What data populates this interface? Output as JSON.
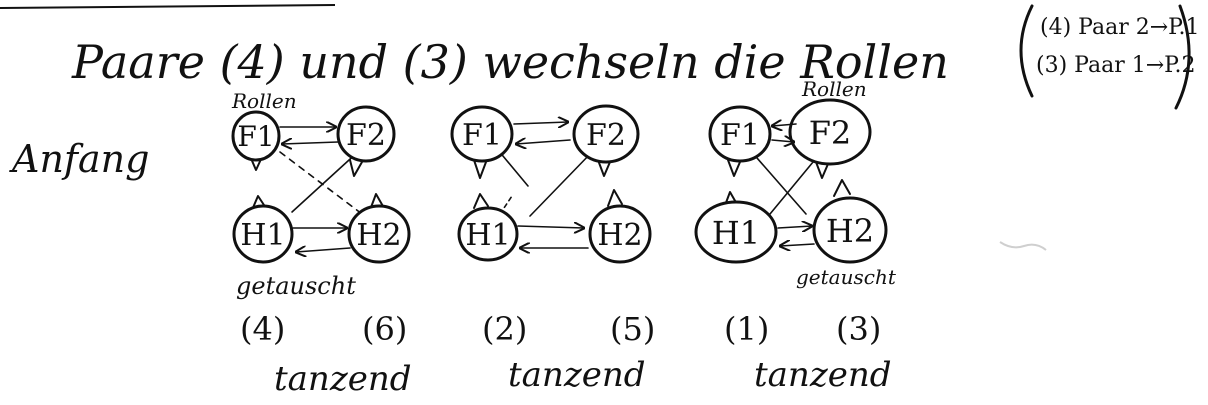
{
  "title": "Paare (4) und (3) wechseln die Rollen",
  "note": {
    "line1": "(4) Paar 2→P.1",
    "line2": "(3) Paar 1→P.2"
  },
  "start_label": "Anfang",
  "nodes": {
    "f1": "F1",
    "f2": "F2",
    "h1": "H1",
    "h2": "H2"
  },
  "annotations": {
    "rollen": "Rollen",
    "getauscht": "getauscht"
  },
  "groups": [
    {
      "left_number": "(4)",
      "right_number": "(6)",
      "caption": "tanzend"
    },
    {
      "left_number": "(2)",
      "right_number": "(5)",
      "caption": "tanzend"
    },
    {
      "left_number": "(1)",
      "right_number": "(3)",
      "caption": "tanzend"
    }
  ]
}
